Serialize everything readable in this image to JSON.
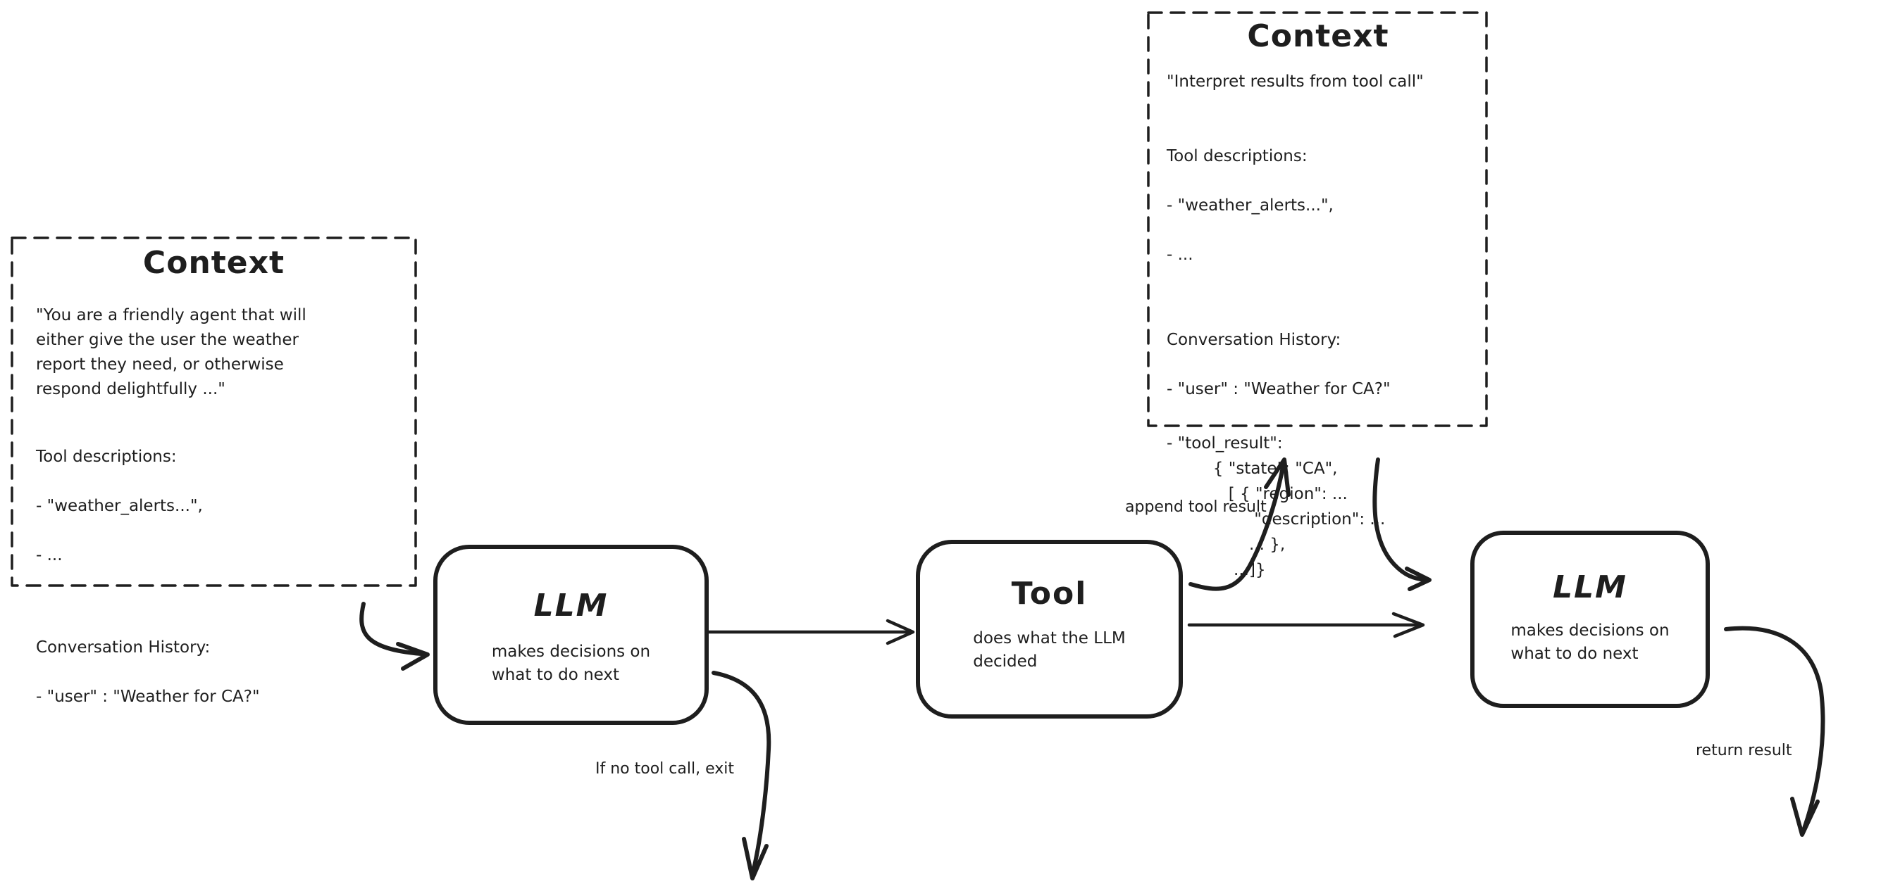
{
  "canvas": {
    "background": "#ffffff",
    "ink_color": "#1e1e1e"
  },
  "context_left": {
    "title": "Context",
    "system_prompt": "\"You are a friendly agent that will\neither give the user the weather\nreport they need, or otherwise\nrespond delightfully ...\"",
    "tool_descriptions_heading": "Tool descriptions:",
    "tool_descriptions_items": [
      "- \"weather_alerts...\",",
      "- ..."
    ],
    "history_heading": "Conversation History:",
    "history_items": [
      "- \"user\" : \"Weather for CA?\""
    ]
  },
  "context_right": {
    "title": "Context",
    "system_prompt": "\"Interpret results from tool call\"",
    "tool_descriptions_heading": "Tool descriptions:",
    "tool_descriptions_items": [
      "- \"weather_alerts...\",",
      "- ..."
    ],
    "history_heading": "Conversation History:",
    "history_items": [
      "- \"user\" : \"Weather for CA?\""
    ],
    "tool_result_block": "- \"tool_result\":\n         { \"state\": \"CA\",\n            [ { \"region\": ...\n                 \"description\": ...\n                ... },\n             ...]}"
  },
  "nodes": {
    "llm1": {
      "title": "LLM",
      "subtitle": "makes decisions on\nwhat to do next"
    },
    "tool": {
      "title": "Tool",
      "subtitle": "does what the LLM\ndecided"
    },
    "llm2": {
      "title": "LLM",
      "subtitle": "makes decisions on\nwhat to do next"
    }
  },
  "edge_labels": {
    "append_tool_result": "append tool result",
    "if_no_tool_call_exit": "If no tool call, exit",
    "return_result": "return result"
  }
}
